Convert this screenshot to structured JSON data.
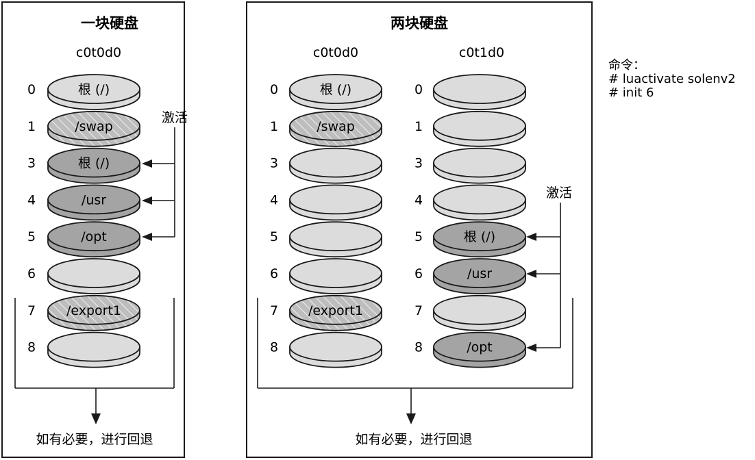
{
  "panel_one": {
    "title": "一块硬盘",
    "disk_label": "c0t0d0",
    "activate_label": "激活",
    "fallback_label": "如有必要，进行回退",
    "slices": [
      {
        "num": "0",
        "label": "根 (/)",
        "style": "light"
      },
      {
        "num": "1",
        "label": "/swap",
        "style": "hatched"
      },
      {
        "num": "3",
        "label": "根 (/)",
        "style": "dark"
      },
      {
        "num": "4",
        "label": "/usr",
        "style": "dark"
      },
      {
        "num": "5",
        "label": "/opt",
        "style": "dark"
      },
      {
        "num": "6",
        "label": "",
        "style": "light"
      },
      {
        "num": "7",
        "label": "/export1",
        "style": "hatched"
      },
      {
        "num": "8",
        "label": "",
        "style": "light"
      }
    ]
  },
  "panel_two": {
    "title": "两块硬盘",
    "disk1_label": "c0t0d0",
    "disk2_label": "c0t1d0",
    "activate_label": "激活",
    "fallback_label": "如有必要，进行回退",
    "disk1_slices": [
      {
        "num": "0",
        "label": "根 (/)",
        "style": "light"
      },
      {
        "num": "1",
        "label": "/swap",
        "style": "hatched"
      },
      {
        "num": "3",
        "label": "",
        "style": "light"
      },
      {
        "num": "4",
        "label": "",
        "style": "light"
      },
      {
        "num": "5",
        "label": "",
        "style": "light"
      },
      {
        "num": "6",
        "label": "",
        "style": "light"
      },
      {
        "num": "7",
        "label": "/export1",
        "style": "hatched"
      },
      {
        "num": "8",
        "label": "",
        "style": "light"
      }
    ],
    "disk2_slices": [
      {
        "num": "0",
        "label": "",
        "style": "light"
      },
      {
        "num": "1",
        "label": "",
        "style": "light"
      },
      {
        "num": "3",
        "label": "",
        "style": "light"
      },
      {
        "num": "4",
        "label": "",
        "style": "light"
      },
      {
        "num": "5",
        "label": "根 (/)",
        "style": "dark"
      },
      {
        "num": "6",
        "label": "/usr",
        "style": "dark"
      },
      {
        "num": "7",
        "label": "",
        "style": "light"
      },
      {
        "num": "8",
        "label": "/opt",
        "style": "dark"
      }
    ]
  },
  "commands": {
    "heading": "命令：",
    "lines": [
      "# luactivate solenv2",
      "# init 6"
    ]
  },
  "colors": {
    "light": "#dcdcdc",
    "dark": "#a4a4a4",
    "hatched_bg": "#bdbdbd",
    "hatch_line": "#ececec",
    "outline": "#1a1a1a"
  }
}
